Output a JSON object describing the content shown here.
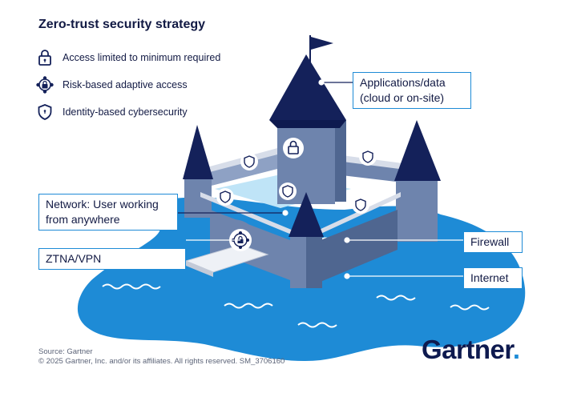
{
  "title": "Zero-trust security strategy",
  "legend": [
    {
      "icon": "lock-icon",
      "label": "Access limited to minimum required"
    },
    {
      "icon": "adaptive-access-icon",
      "label": "Risk-based adaptive access"
    },
    {
      "icon": "shield-icon",
      "label": "Identity-based cybersecurity"
    }
  ],
  "callouts": {
    "applications": {
      "line1": "Applications/data",
      "line2": "(cloud or on-site)"
    },
    "network": {
      "line1": "Network: User working",
      "line2": "from anywhere"
    },
    "ztna": "ZTNA/VPN",
    "firewall": "Firewall",
    "internet": "Internet"
  },
  "footer": {
    "source": "Source: Gartner",
    "copyright": "© 2025 Gartner, Inc. and/or its affiliates. All rights reserved. SM_3706160"
  },
  "brand": {
    "name": "Gartner",
    "dot": "."
  },
  "colors": {
    "navy": "#14215a",
    "wall": "#6e84ad",
    "wall_dark": "#4f6690",
    "wall_light": "#8ea1c4",
    "water": "#1e8bd6",
    "water_light": "#bfe4f7",
    "callout_border": "#1e8bd6"
  }
}
